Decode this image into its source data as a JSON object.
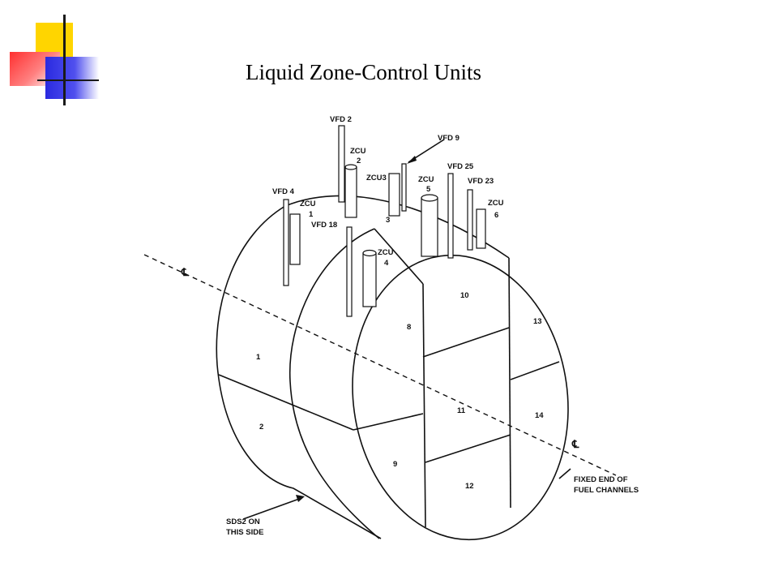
{
  "slide": {
    "title": "Liquid Zone-Control Units",
    "colors": {
      "yellow": "#ffd500",
      "red": "#ff3030",
      "blue": "#2a2ae0"
    }
  },
  "diagram": {
    "labels": {
      "vfd2": "VFD 2",
      "zcu2": "ZCU",
      "zcu2n": "2",
      "vfd9": "VFD 9",
      "zcu3": "ZCU3",
      "zcu5": "ZCU",
      "zcu5n": "5",
      "vfd25": "VFD 25",
      "vfd23": "VFD 23",
      "zcu6": "ZCU",
      "zcu6n": "6",
      "vfd4": "VFD 4",
      "zcu1": "ZCU",
      "zcu1n": "1",
      "vfd18": "VFD 18",
      "zcu4": "ZCU",
      "zcu4n": "4",
      "z1": "1",
      "z2": "2",
      "z3": "3",
      "z8": "8",
      "z9": "9",
      "z10": "10",
      "z11": "11",
      "z12": "12",
      "z13": "13",
      "z14": "14",
      "cl1": "℄",
      "cl2": "℄",
      "fixed1": "FIXED END OF",
      "fixed2": "FUEL CHANNELS",
      "sds1": "SDS2 ON",
      "sds2": "THIS SIDE"
    }
  }
}
